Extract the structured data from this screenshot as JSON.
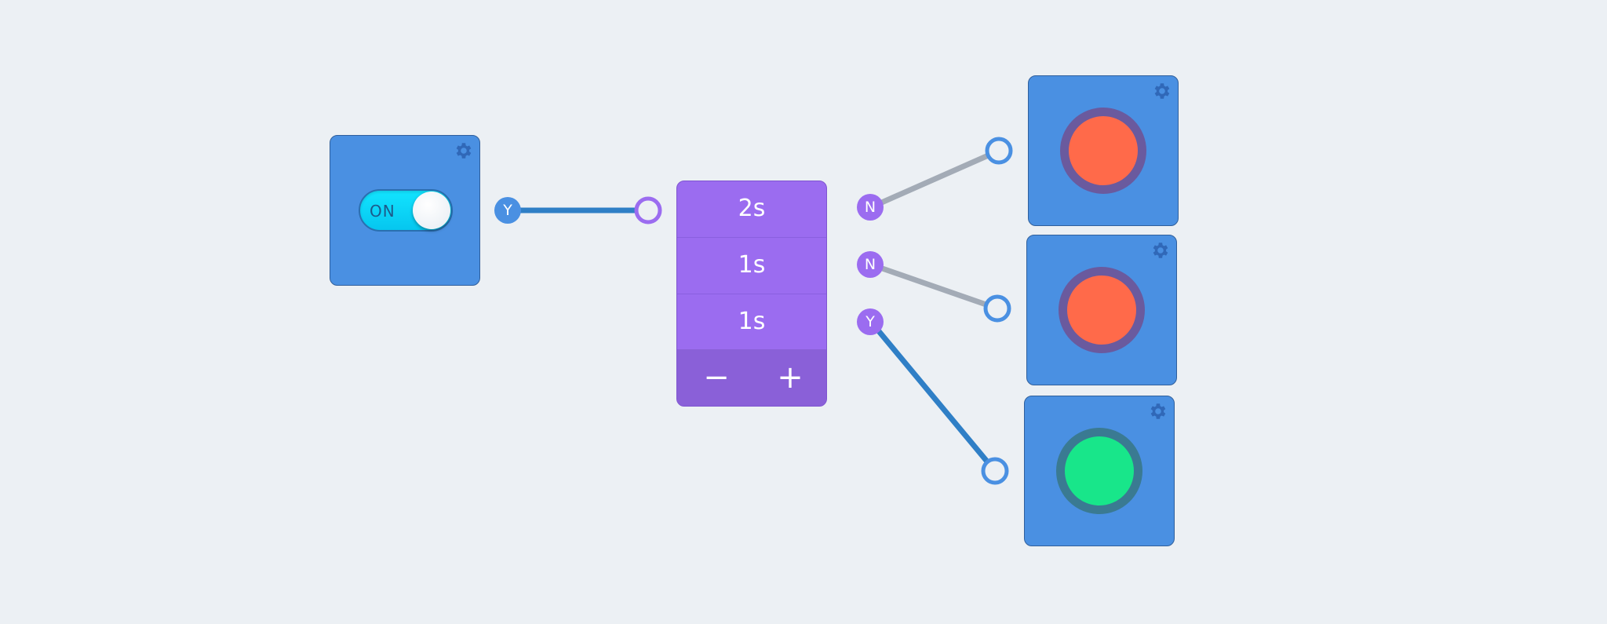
{
  "switch_node": {
    "state_label": "ON",
    "output_port": "Y"
  },
  "timer_node": {
    "steps": [
      {
        "duration": "2s",
        "output": "N"
      },
      {
        "duration": "1s",
        "output": "N"
      },
      {
        "duration": "1s",
        "output": "Y"
      }
    ],
    "minus_label": "−",
    "plus_label": "+"
  },
  "lamps": [
    {
      "color_name": "red",
      "color": "#ff6a4a",
      "active": false
    },
    {
      "color_name": "red",
      "color": "#ff6a4a",
      "active": false
    },
    {
      "color_name": "green",
      "color": "#18e68a",
      "active": true
    }
  ],
  "colors": {
    "background": "#ecf0f4",
    "node_blue": "#4a90e2",
    "timer_purple": "#9b6cf0",
    "wire_active": "#2f7fc6",
    "wire_inactive": "#a3abb6"
  },
  "icons": [
    "gear-icon",
    "toggle-switch",
    "minus-icon",
    "plus-icon"
  ]
}
